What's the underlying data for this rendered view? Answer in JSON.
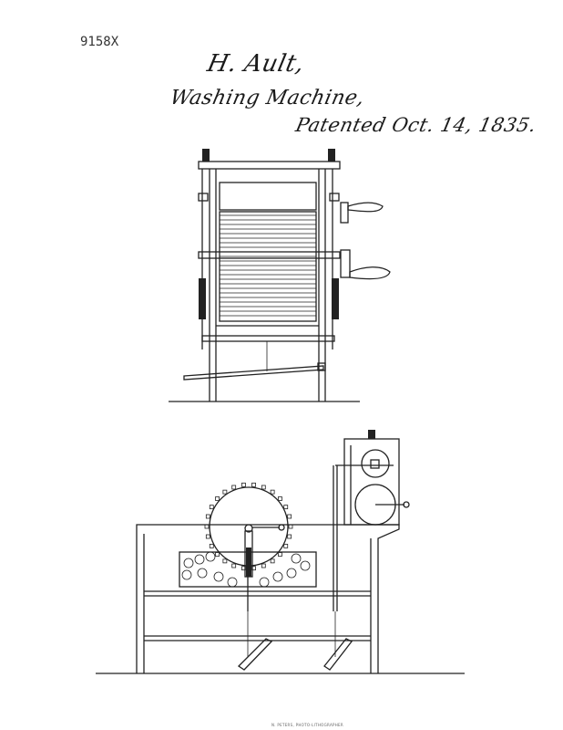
{
  "document": {
    "number": "9158X",
    "inventor": "H. Ault,",
    "title": "Washing Machine,",
    "patent_date": "Patented Oct. 14, 1835.",
    "footer": "N. PETERS, PHOTO-LITHOGRAPHER"
  }
}
